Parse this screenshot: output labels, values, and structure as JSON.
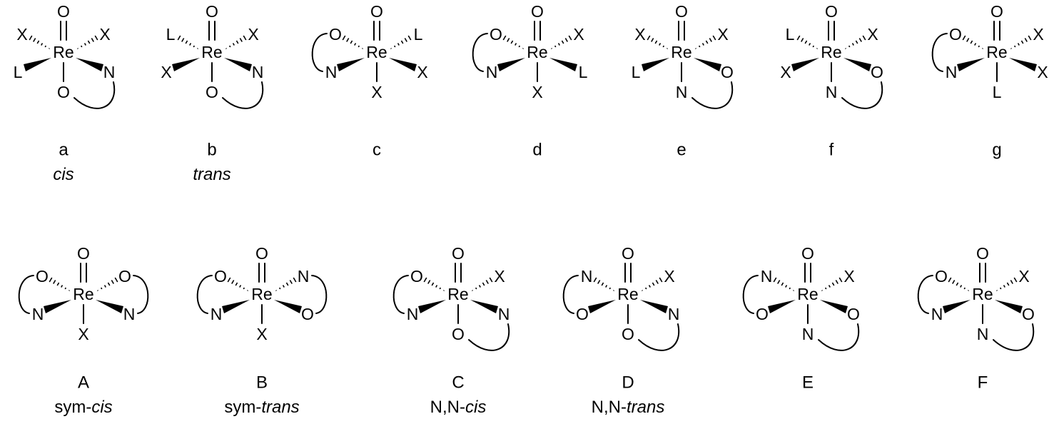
{
  "structures": [
    {
      "id": "a",
      "label": "a",
      "sub": [
        {
          "text": "cis",
          "italic": true
        }
      ],
      "top_left": "X",
      "top_right": "X",
      "left": "L",
      "right": "N",
      "bottom": "O",
      "chelates": [
        "bottom-right"
      ]
    },
    {
      "id": "b",
      "label": "b",
      "sub": [
        {
          "text": "trans",
          "italic": true
        }
      ],
      "top_left": "L",
      "top_right": "X",
      "left": "X",
      "right": "N",
      "bottom": "O",
      "chelates": [
        "bottom-right"
      ]
    },
    {
      "id": "c",
      "label": "c",
      "sub": [],
      "top_left": "O",
      "top_right": "L",
      "left": "N",
      "right": "X",
      "bottom": "X",
      "chelates": [
        "left"
      ]
    },
    {
      "id": "d",
      "label": "d",
      "sub": [],
      "top_left": "O",
      "top_right": "X",
      "left": "N",
      "right": "L",
      "bottom": "X",
      "chelates": [
        "left"
      ]
    },
    {
      "id": "e",
      "label": "e",
      "sub": [],
      "top_left": "X",
      "top_right": "X",
      "left": "L",
      "right": "O",
      "bottom": "N",
      "chelates": [
        "bottom-right"
      ]
    },
    {
      "id": "f",
      "label": "f",
      "sub": [],
      "top_left": "L",
      "top_right": "X",
      "left": "X",
      "right": "O",
      "bottom": "N",
      "chelates": [
        "bottom-right"
      ]
    },
    {
      "id": "g",
      "label": "g",
      "sub": [],
      "top_left": "O",
      "top_right": "X",
      "left": "N",
      "right": "X",
      "bottom": "L",
      "chelates": [
        "left"
      ]
    },
    {
      "id": "A",
      "label": "A",
      "sub": [
        {
          "text": "sym-",
          "italic": false
        },
        {
          "text": "cis",
          "italic": true
        }
      ],
      "top_left": "O",
      "top_right": "O",
      "left": "N",
      "right": "N",
      "bottom": "X",
      "chelates": [
        "left",
        "right"
      ]
    },
    {
      "id": "B",
      "label": "B",
      "sub": [
        {
          "text": "sym-",
          "italic": false
        },
        {
          "text": "trans",
          "italic": true
        }
      ],
      "top_left": "O",
      "top_right": "N",
      "left": "N",
      "right": "O",
      "bottom": "X",
      "chelates": [
        "left",
        "right"
      ]
    },
    {
      "id": "C",
      "label": "C",
      "sub": [
        {
          "text": "N,N-",
          "italic": false
        },
        {
          "text": "cis",
          "italic": true
        }
      ],
      "top_left": "O",
      "top_right": "X",
      "left": "N",
      "right": "N",
      "bottom": "O",
      "chelates": [
        "left",
        "bottom-right"
      ]
    },
    {
      "id": "D",
      "label": "D",
      "sub": [
        {
          "text": "N,N-",
          "italic": false
        },
        {
          "text": "trans",
          "italic": true
        }
      ],
      "top_left": "N",
      "top_right": "X",
      "left": "O",
      "right": "N",
      "bottom": "O",
      "chelates": [
        "left",
        "bottom-right"
      ]
    },
    {
      "id": "E",
      "label": "E",
      "sub": [],
      "top_left": "N",
      "top_right": "X",
      "left": "O",
      "right": "O",
      "bottom": "N",
      "chelates": [
        "left",
        "bottom-right"
      ]
    },
    {
      "id": "F",
      "label": "F",
      "sub": [],
      "top_left": "O",
      "top_right": "X",
      "left": "N",
      "right": "O",
      "bottom": "N",
      "chelates": [
        "left",
        "bottom-right"
      ]
    }
  ],
  "center_atom": "Re",
  "oxo_atom": "O"
}
